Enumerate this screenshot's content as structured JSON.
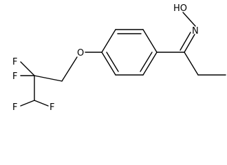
{
  "molecule": {
    "atoms": [
      {
        "id": "F1",
        "symbol": "F"
      },
      {
        "id": "F2",
        "symbol": "F"
      },
      {
        "id": "F3",
        "symbol": "F"
      },
      {
        "id": "F4",
        "symbol": "F"
      },
      {
        "id": "O1",
        "symbol": "O"
      },
      {
        "id": "HO",
        "symbol": "HO"
      },
      {
        "id": "N1",
        "symbol": "N"
      }
    ]
  }
}
